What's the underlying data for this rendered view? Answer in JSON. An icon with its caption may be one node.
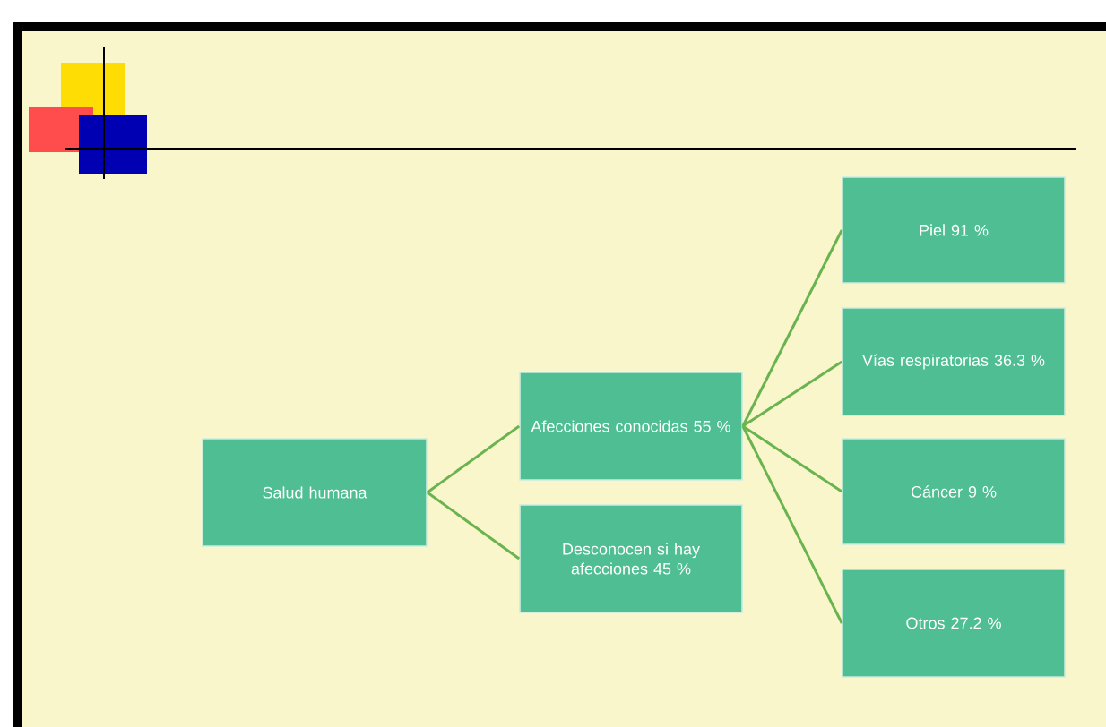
{
  "diagram": {
    "nodes": [
      {
        "text": [
          "Salud humana"
        ]
      },
      {
        "text": [
          "Afecciones conocidas 55 %"
        ]
      },
      {
        "text": [
          "Desconocen si hay afecciones 45 %"
        ]
      },
      {
        "text": [
          "Piel 91 %"
        ]
      },
      {
        "text": [
          "Vías respiratorias 36.3 %"
        ]
      },
      {
        "text": [
          "Cáncer 9 %"
        ]
      },
      {
        "text": [
          "Otros 27.2 %"
        ]
      }
    ],
    "edges": [
      {
        "from": 0,
        "to": 1,
        "arrow": "none"
      },
      {
        "from": 0,
        "to": 2,
        "arrow": "none"
      },
      {
        "from": 1,
        "to": 3,
        "arrow": "none"
      },
      {
        "from": 1,
        "to": 4,
        "arrow": "none"
      },
      {
        "from": 1,
        "to": 5,
        "arrow": "none"
      },
      {
        "from": 1,
        "to": 6,
        "arrow": "none"
      }
    ]
  }
}
